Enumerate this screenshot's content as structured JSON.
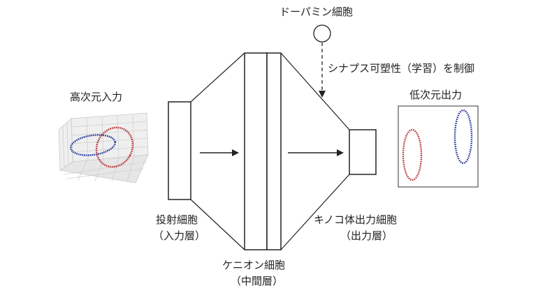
{
  "labels": {
    "dopamine": "ドーパミン細胞",
    "synapse_note": "シナプス可塑性（学習）を制御",
    "high_dim_input": "高次元入力",
    "low_dim_output": "低次元出力",
    "projection_name": "投射細胞",
    "projection_layer": "（入力層）",
    "kenyon_name": "ケニオン細胞",
    "kenyon_layer": "（中間層）",
    "output_name": "キノコ体出力細胞",
    "output_layer": "（出力層）"
  },
  "colors": {
    "red": "#b52a2a",
    "blue": "#1f2f9a",
    "line": "#222222"
  }
}
